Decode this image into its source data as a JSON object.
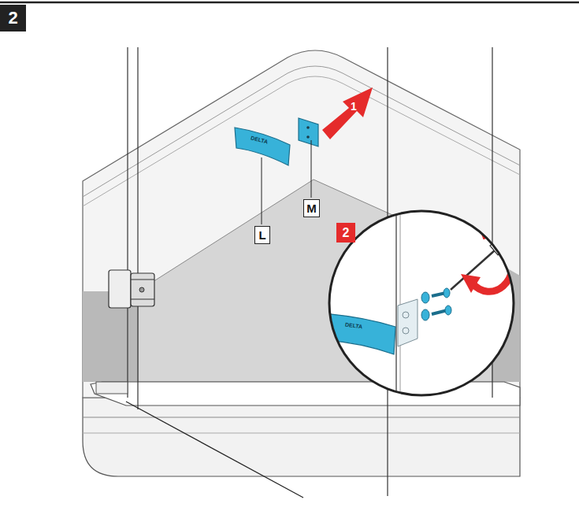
{
  "diagram": {
    "nodes": [
      {
        "text": [
          "2"
        ]
      },
      {
        "text": [
          "1"
        ]
      },
      {
        "text": [
          "M"
        ]
      },
      {
        "text": [
          "L"
        ]
      },
      {
        "text": [
          "2"
        ]
      }
    ],
    "labels": [
      "DELTA",
      "DELTA"
    ]
  }
}
